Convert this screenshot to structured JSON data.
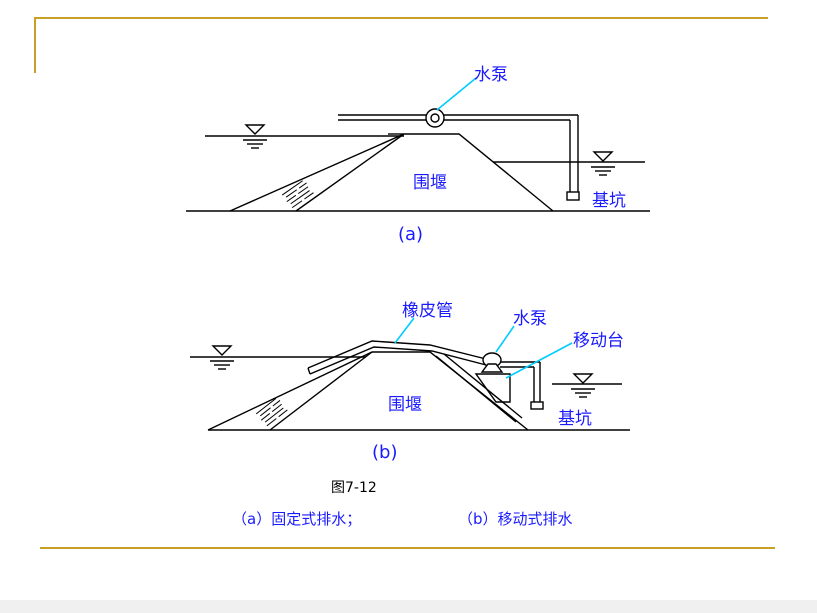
{
  "colors": {
    "frame_line": "#c8a028",
    "label_blue": "#1a1aff",
    "leader_cyan": "#00ccff",
    "drawing": "#000000"
  },
  "diagram_a": {
    "pump_label": "水泵",
    "weir_label": "围堰",
    "pit_label": "基坑",
    "sub_label": "(a)"
  },
  "diagram_b": {
    "hose_label": "橡皮管",
    "pump_label": "水泵",
    "platform_label": "移动台",
    "weir_label": "围堰",
    "pit_label": "基坑",
    "sub_label": "(b)"
  },
  "figure": {
    "number": "图7-12",
    "caption_a": "（a）固定式排水；",
    "caption_b": "（b）移动式排水"
  }
}
